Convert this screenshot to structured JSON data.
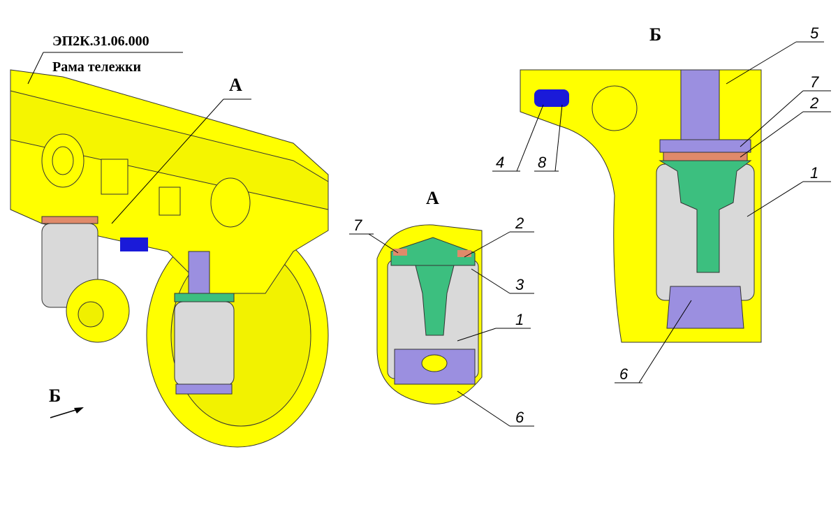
{
  "title_block": {
    "code": "ЭП2К.31.06.000",
    "name": "Рама тележки"
  },
  "main_view": {
    "view_a_marker": "А",
    "view_b_marker": "Б"
  },
  "view_a": {
    "title": "А",
    "callouts": [
      "7",
      "2",
      "3",
      "1",
      "6"
    ]
  },
  "view_b": {
    "title": "Б",
    "callouts": [
      "5",
      "7",
      "2",
      "1",
      "4",
      "8",
      "6"
    ]
  },
  "colors": {
    "body": "#ffff00",
    "spring": "#d9d9d9",
    "green": "#3cbf7f",
    "violet": "#9b8fe0",
    "red": "#e08a6a",
    "blue": "#1a1ad9"
  }
}
